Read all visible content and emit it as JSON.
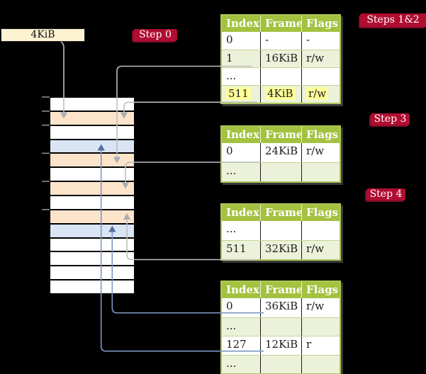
{
  "diagram": {
    "page_size_label": "4KiB",
    "badges": {
      "step0": "Step 0",
      "steps12": "Steps 1&2",
      "step3": "Step 3",
      "step4": "Step 4"
    },
    "memory": {
      "rows": [
        "white",
        "orange",
        "white",
        "blue",
        "orange",
        "white",
        "orange",
        "white",
        "orange",
        "blue",
        "white",
        "white",
        "white",
        "white"
      ]
    },
    "tables": [
      {
        "name": "table-steps-1-2",
        "headers": [
          "Index",
          "Frame",
          "Flags"
        ],
        "rows": [
          {
            "cells": [
              "0",
              "-",
              "-"
            ],
            "shaded": false,
            "highlighted": false
          },
          {
            "cells": [
              "1",
              "16KiB",
              "r/w"
            ],
            "shaded": true,
            "highlighted": false
          },
          {
            "cells": [
              "...",
              "",
              ""
            ],
            "shaded": false,
            "highlighted": false
          },
          {
            "cells": [
              "511",
              "4KiB",
              "r/w"
            ],
            "shaded": true,
            "highlighted": true
          }
        ]
      },
      {
        "name": "table-step-3",
        "headers": [
          "Index",
          "Frame",
          "Flags"
        ],
        "rows": [
          {
            "cells": [
              "0",
              "24KiB",
              "r/w"
            ],
            "shaded": false,
            "highlighted": false
          },
          {
            "cells": [
              "...",
              "",
              ""
            ],
            "shaded": true,
            "highlighted": false
          }
        ]
      },
      {
        "name": "table-step-4-upper",
        "headers": [
          "Index",
          "Frame",
          "Flags"
        ],
        "rows": [
          {
            "cells": [
              "...",
              "",
              ""
            ],
            "shaded": false,
            "highlighted": false
          },
          {
            "cells": [
              "511",
              "32KiB",
              "r/w"
            ],
            "shaded": true,
            "highlighted": false
          }
        ]
      },
      {
        "name": "table-step-4-lower",
        "headers": [
          "Index",
          "Frame",
          "Flags"
        ],
        "rows": [
          {
            "cells": [
              "0",
              "36KiB",
              "r/w"
            ],
            "shaded": false,
            "highlighted": false
          },
          {
            "cells": [
              "...",
              "",
              ""
            ],
            "shaded": true,
            "highlighted": false
          },
          {
            "cells": [
              "127",
              "12KiB",
              "r"
            ],
            "shaded": false,
            "highlighted": false
          },
          {
            "cells": [
              "...",
              "",
              ""
            ],
            "shaded": true,
            "highlighted": false
          }
        ]
      }
    ],
    "colors": {
      "badge_red": "#b00d31",
      "badge_shadow": "#7a0d29",
      "label_cream": "#fdf2d2",
      "table_header_green": "#a4c13f",
      "table_border_green": "#aec758",
      "table_row_shade": "#ecf1da",
      "table_row_divider": "#c3d392",
      "highlight_yellow": "#ffff9b",
      "memory_orange": "#fce4ca",
      "memory_blue": "#d9e5f4",
      "arrow_gray": "#bcbfc2",
      "arrow_gray_head": "#a9aeb3",
      "arrow_blue": "#7e96c5",
      "arrow_blue_head": "#54719f",
      "tick_gray": "#86898c",
      "text_dark": "#1c1c1c"
    }
  }
}
